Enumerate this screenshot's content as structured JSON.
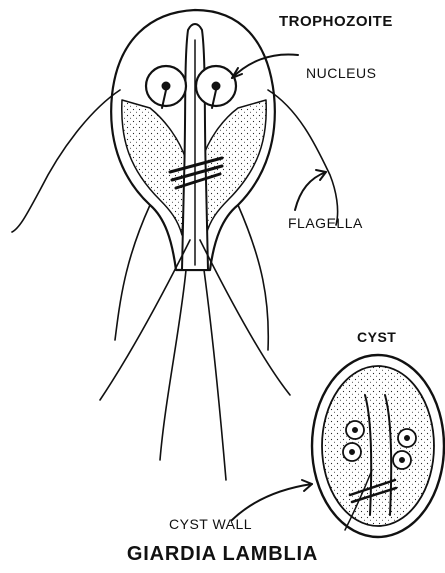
{
  "labels": {
    "trophozoite": "TROPHOZOITE",
    "nucleus": "NUCLEUS",
    "flagella": "FLAGELLA",
    "cyst": "CYST",
    "cyst_wall": "CYST WALL",
    "title": "GIARDIA LAMBLIA"
  },
  "colors": {
    "ink": "#111111",
    "background": "#ffffff"
  }
}
